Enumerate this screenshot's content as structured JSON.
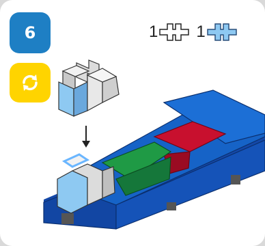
{
  "step": {
    "number": "6"
  },
  "parts": [
    {
      "quantity": "1",
      "piece": "white-cross-piece-icon",
      "color": "#ffffff"
    },
    {
      "quantity": "1",
      "piece": "light-blue-cross-piece-icon",
      "color": "#8ec9f2"
    }
  ],
  "colors": {
    "step_badge": "#1e7fc4",
    "rotate_badge": "#ffd400",
    "base_blue": "#1663c7",
    "green": "#1f9a45",
    "red": "#c8102e",
    "light_blue": "#8ec9f2",
    "white_piece": "#e6e6e6"
  }
}
